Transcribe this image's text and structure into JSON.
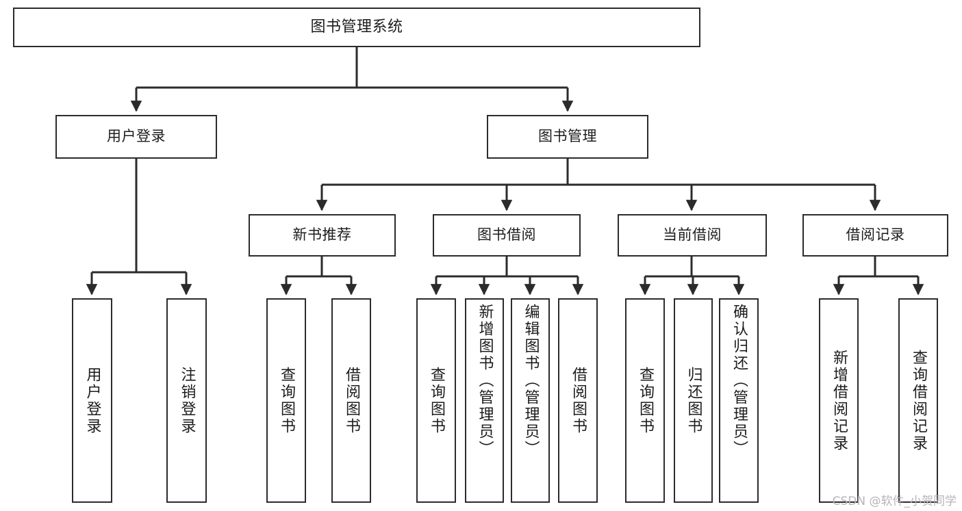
{
  "diagram": {
    "type": "tree-hierarchy-chart",
    "title": "图书管理系统",
    "line_color": "#2b2b2b",
    "box_fill": "#ffffff",
    "text_color": "#1c1c1c",
    "nodes": {
      "root": {
        "label": "图书管理系统"
      },
      "level2": [
        {
          "label": "用户登录"
        },
        {
          "label": "图书管理"
        }
      ],
      "level3": [
        {
          "label": "新书推荐"
        },
        {
          "label": "图书借阅"
        },
        {
          "label": "当前借阅"
        },
        {
          "label": "借阅记录"
        }
      ],
      "leaves_user_login": [
        {
          "label": "用户登录"
        },
        {
          "label": "注销登录"
        }
      ],
      "leaves_new_books": [
        {
          "label": "查询图书"
        },
        {
          "label": "借阅图书"
        }
      ],
      "leaves_borrow": [
        {
          "label": "查询图书"
        },
        {
          "label": "新增图书（管理员）"
        },
        {
          "label": "编辑图书（管理员）"
        },
        {
          "label": "借阅图书"
        }
      ],
      "leaves_current": [
        {
          "label": "查询图书"
        },
        {
          "label": "归还图书"
        },
        {
          "label": "确认归还（管理员）"
        }
      ],
      "leaves_records": [
        {
          "label": "新增借阅记录"
        },
        {
          "label": "查询借阅记录"
        }
      ]
    }
  },
  "watermark": {
    "text": "CSDN @软件_小贺同学"
  }
}
